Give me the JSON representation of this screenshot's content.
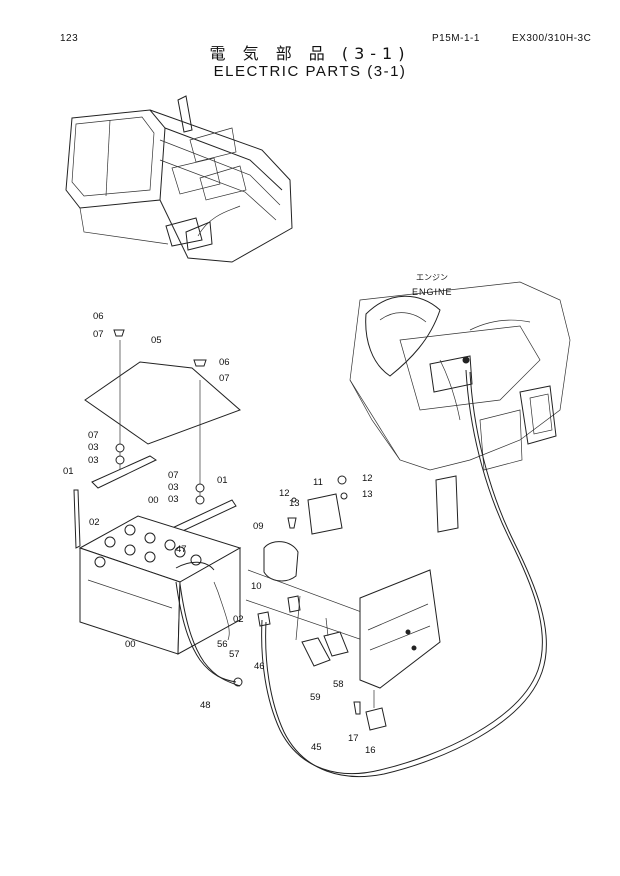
{
  "header": {
    "page_number": "123",
    "figure_code": "P15M-1-1",
    "model": "EX300/310H-3C"
  },
  "title": {
    "japanese": "電 気 部 品 (3-1)",
    "english": "ELECTRIC PARTS (3-1)"
  },
  "engine_label": {
    "japanese": "エンジン",
    "english": "ENGINE"
  },
  "callouts": {
    "c06a": "06",
    "c07a": "07",
    "c05": "05",
    "c06b": "06",
    "c07b": "07",
    "c07c": "07",
    "c03a": "03",
    "c03b": "03",
    "c01a": "01",
    "c02a": "02",
    "c07d": "07",
    "c03c": "03",
    "c03d": "03",
    "c01b": "01",
    "c00a": "00",
    "c47": "47",
    "c09": "09",
    "c12a": "12",
    "c13a": "13",
    "c11": "11",
    "c12b": "12",
    "c13b": "13",
    "c10": "10",
    "c00b": "00",
    "c02b": "02",
    "c56": "56",
    "c57": "57",
    "c46": "46",
    "c48": "48",
    "c59": "59",
    "c58": "58",
    "c17": "17",
    "c16": "16",
    "c45": "45"
  }
}
